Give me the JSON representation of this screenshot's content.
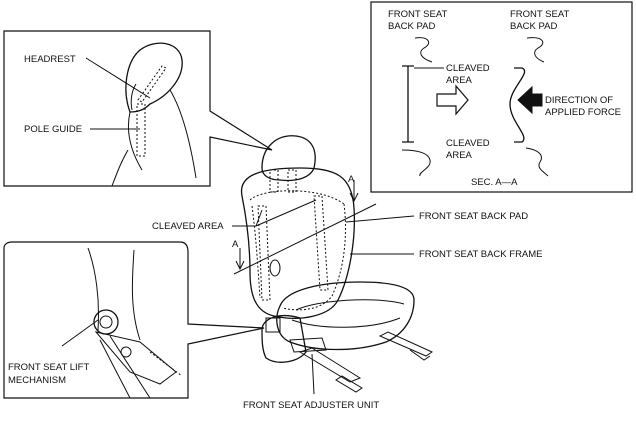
{
  "labels": {
    "headrest": "HEADREST",
    "pole_guide": "POLE GUIDE",
    "cleaved_area_main": "CLEAVED AREA",
    "section_a_top": "A",
    "section_a_left": "A",
    "front_seat_back_pad": "FRONT SEAT BACK PAD",
    "front_seat_back_frame": "FRONT SEAT BACK FRAME",
    "lift_mechanism_line1": "FRONT SEAT LIFT",
    "lift_mechanism_line2": "MECHANISM",
    "adjuster_unit": "FRONT SEAT ADJUSTER UNIT"
  },
  "section_inset": {
    "pad_left_line1": "FRONT SEAT",
    "pad_left_line2": "BACK PAD",
    "pad_right_line1": "FRONT SEAT",
    "pad_right_line2": "BACK PAD",
    "cleaved_top_line1": "CLEAVED",
    "cleaved_top_line2": "AREA",
    "cleaved_bottom_line1": "CLEAVED",
    "cleaved_bottom_line2": "AREA",
    "force_line1": "DIRECTION OF",
    "force_line2": "APPLIED FORCE",
    "section_caption": "SEC. A—A"
  }
}
